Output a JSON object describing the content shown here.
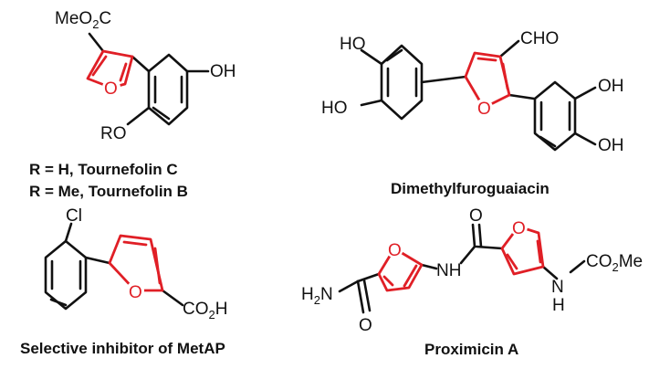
{
  "figure": {
    "highlight_color": "#e01f26",
    "line_color": "#111111",
    "background": "#ffffff"
  },
  "tournefolin": {
    "ester": "MeO",
    "ester_sub": "2",
    "ester_tail": "C",
    "ring_o": "O",
    "oh": "OH",
    "ro": "RO",
    "caption_1": "R = H, Tournefolin C",
    "caption_2": "R = Me, Tournefolin B"
  },
  "dimethylfuroguaiacin": {
    "ho_top": "HO",
    "ho_left": "HO",
    "cho": "CHO",
    "ring_o": "O",
    "oh_upper": "OH",
    "oh_lower": "OH",
    "caption": "Dimethylfuroguaiacin"
  },
  "metap": {
    "cl": "Cl",
    "ring_o": "O",
    "acid": "CO",
    "acid_sub": "2",
    "acid_tail": "H",
    "caption": "Selective inhibitor of MetAP"
  },
  "proximicin": {
    "amide_h": "H",
    "amide_sub": "2",
    "amide_n": "N",
    "amide_o": "O",
    "ring_o1": "O",
    "nh_link": "NH",
    "carbonyl_o": "O",
    "ring_o2": "O",
    "nh_carbamate": "N",
    "nh_h": "H",
    "carbamate": "CO",
    "carbamate_sub": "2",
    "carbamate_tail": "Me",
    "caption": "Proximicin A"
  }
}
